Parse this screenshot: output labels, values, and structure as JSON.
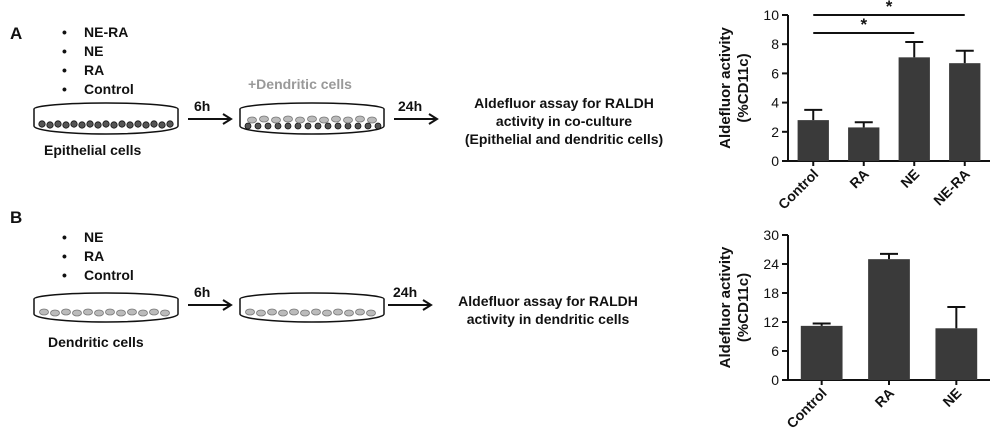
{
  "panel_a": {
    "letter": "A",
    "treatments": [
      "NE-RA",
      "NE",
      "RA",
      "Control"
    ],
    "dish_label": "Epithelial cells",
    "time_1": "6h",
    "added_label": "+Dendritic cells",
    "time_2": "24h",
    "assay_lines": [
      "Aldefluor assay for RALDH",
      "activity in  co-culture",
      "(Epithelial and dendritic cells)"
    ]
  },
  "panel_b": {
    "letter": "B",
    "treatments": [
      "NE",
      "RA",
      "Control"
    ],
    "dish_label": "Dendritic cells",
    "time_1": "6h",
    "time_2": "24h",
    "assay_lines": [
      "Aldefluor assay for RALDH",
      "activity in dendritic cells"
    ]
  },
  "chart_data": [
    {
      "type": "bar",
      "categories": [
        "Control",
        "RA",
        "NE",
        "NE-RA"
      ],
      "values": [
        2.8,
        2.3,
        7.1,
        6.7
      ],
      "errors": [
        0.7,
        0.35,
        1.05,
        0.85
      ],
      "ylabel_line1": "Aldefluor activity",
      "ylabel_line2": "(%CD11c)",
      "ylim": [
        0,
        10
      ],
      "yticks": [
        "0",
        "2",
        "4",
        "6",
        "8",
        "10"
      ],
      "significance": [
        {
          "from": "Control",
          "to": "NE",
          "label": "*"
        },
        {
          "from": "Control",
          "to": "NE-RA",
          "label": "*"
        }
      ],
      "bar_color": "#3a3a3a"
    },
    {
      "type": "bar",
      "categories": [
        "Control",
        "RA",
        "NE"
      ],
      "values": [
        11.2,
        25.0,
        10.7
      ],
      "errors": [
        0.5,
        1.1,
        4.4
      ],
      "ylabel_line1": "Aldefluor activity",
      "ylabel_line2": "(%CD11c)",
      "ylim": [
        0,
        30
      ],
      "yticks": [
        "0",
        "6",
        "12",
        "18",
        "24",
        "30"
      ],
      "bar_color": "#3a3a3a"
    }
  ]
}
